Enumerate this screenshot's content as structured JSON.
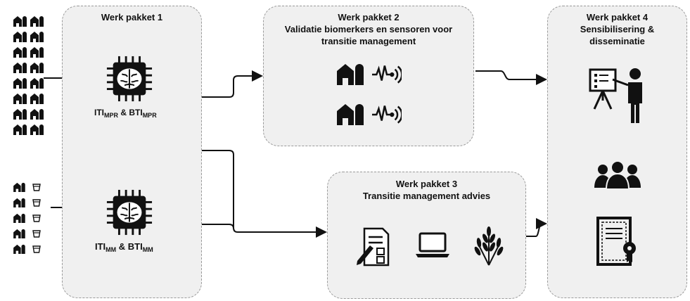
{
  "wp1": {
    "title": "Werk pakket 1",
    "label_top": {
      "a": "ITI",
      "a_sub": "MPR",
      "amp": " & ",
      "b": "BTI",
      "b_sub": "MPR"
    },
    "label_bottom": {
      "a": "ITI",
      "a_sub": "MM",
      "amp": " & ",
      "b": "BTI",
      "b_sub": "MM"
    }
  },
  "wp2": {
    "title_1": "Werk pakket 2",
    "title_2": "Validatie biomerkers en sensoren voor",
    "title_3": "transitie management"
  },
  "wp3": {
    "title_1": "Werk pakket 3",
    "title_2": "Transitie management advies"
  },
  "wp4": {
    "title_1": "Werk pakket 4",
    "title_2": "Sensibilisering &",
    "title_3": "disseminatie"
  },
  "icons": [
    "barn-icon",
    "bucket-icon",
    "brain-chip-icon",
    "sensor-signal-icon",
    "document-sign-icon",
    "laptop-icon",
    "wheat-icon",
    "presenter-icon",
    "group-icon",
    "certificate-icon"
  ]
}
